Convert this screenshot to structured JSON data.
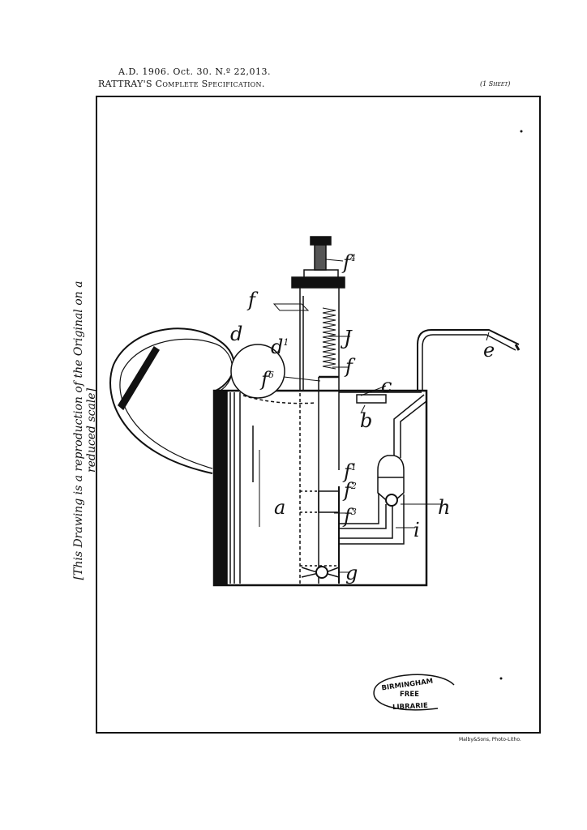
{
  "header": {
    "line1": "A.D. 1906. Oct. 30. N.º 22,013.",
    "line2": "RATTRAY'S Complete Specification.",
    "sheet": "(1 Sheet)"
  },
  "side_note": "[This Drawing is a reproduction of the Original on a reduced scale]",
  "labels": {
    "f4": "f",
    "f4_sup": "4",
    "f_top": "f",
    "d": "d",
    "d1": "d",
    "d1_sup": "1",
    "f6": "f",
    "f6_sup": "6",
    "j": "J",
    "f_mid": "f",
    "c": "c",
    "b": "b",
    "f1": "f",
    "f1_sup": "1",
    "f2": "f",
    "f2_sup": "2",
    "a": "a",
    "f3": "f",
    "f3_sup": "3",
    "h": "h",
    "i": "i",
    "g": "g",
    "e": "e"
  },
  "stamp": {
    "line1": "BIRMINGHAM",
    "line2": "FREE",
    "line3": "LIBRARIE"
  },
  "printer": "Malby&Sons, Photo-Litho."
}
